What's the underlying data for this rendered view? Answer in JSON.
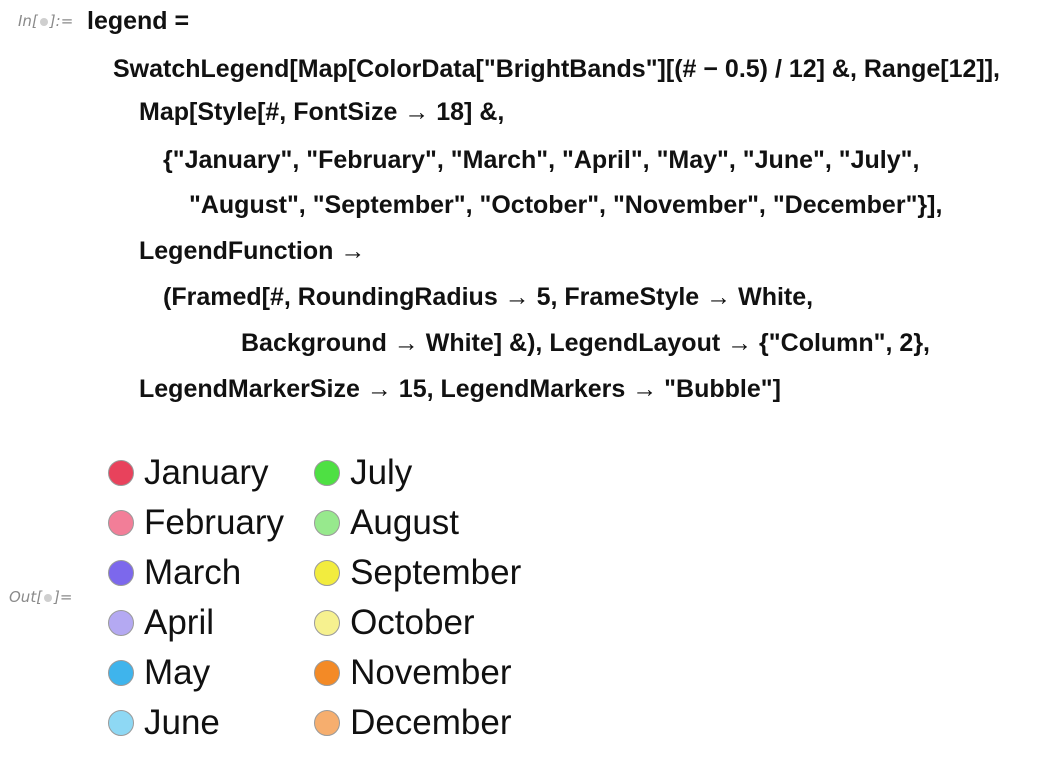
{
  "labels": {
    "in": "In[",
    "in_end": "]:=",
    "out": "Out[",
    "out_end": "]="
  },
  "code": {
    "line1": "legend =",
    "line2": "SwatchLegend[Map[ColorData[\"BrightBands\"][(# − 0.5) / 12] &, Range[12]],",
    "line3": "Map[Style[#, FontSize → 18] &,",
    "line4": "{\"January\", \"February\", \"March\", \"April\", \"May\", \"June\", \"July\",",
    "line5": "\"August\", \"September\", \"October\", \"November\", \"December\"}],",
    "line6": "LegendFunction →",
    "line7": "(Framed[#, RoundingRadius → 5, FrameStyle → White,",
    "line8": "Background → White] &), LegendLayout → {\"Column\", 2},",
    "line9": "LegendMarkerSize → 15, LegendMarkers → \"Bubble\"]"
  },
  "legend": {
    "col1": [
      {
        "label": "January",
        "color": "#e8425c"
      },
      {
        "label": "February",
        "color": "#f27e98"
      },
      {
        "label": "March",
        "color": "#7c68ec"
      },
      {
        "label": "April",
        "color": "#b4a9f2"
      },
      {
        "label": "May",
        "color": "#3fb4ec"
      },
      {
        "label": "June",
        "color": "#8ed8f4"
      }
    ],
    "col2": [
      {
        "label": "July",
        "color": "#4ee043"
      },
      {
        "label": "August",
        "color": "#97e98d"
      },
      {
        "label": "September",
        "color": "#f2ec3e"
      },
      {
        "label": "October",
        "color": "#f6f18f"
      },
      {
        "label": "November",
        "color": "#f38a26"
      },
      {
        "label": "December",
        "color": "#f6ae6e"
      }
    ]
  }
}
